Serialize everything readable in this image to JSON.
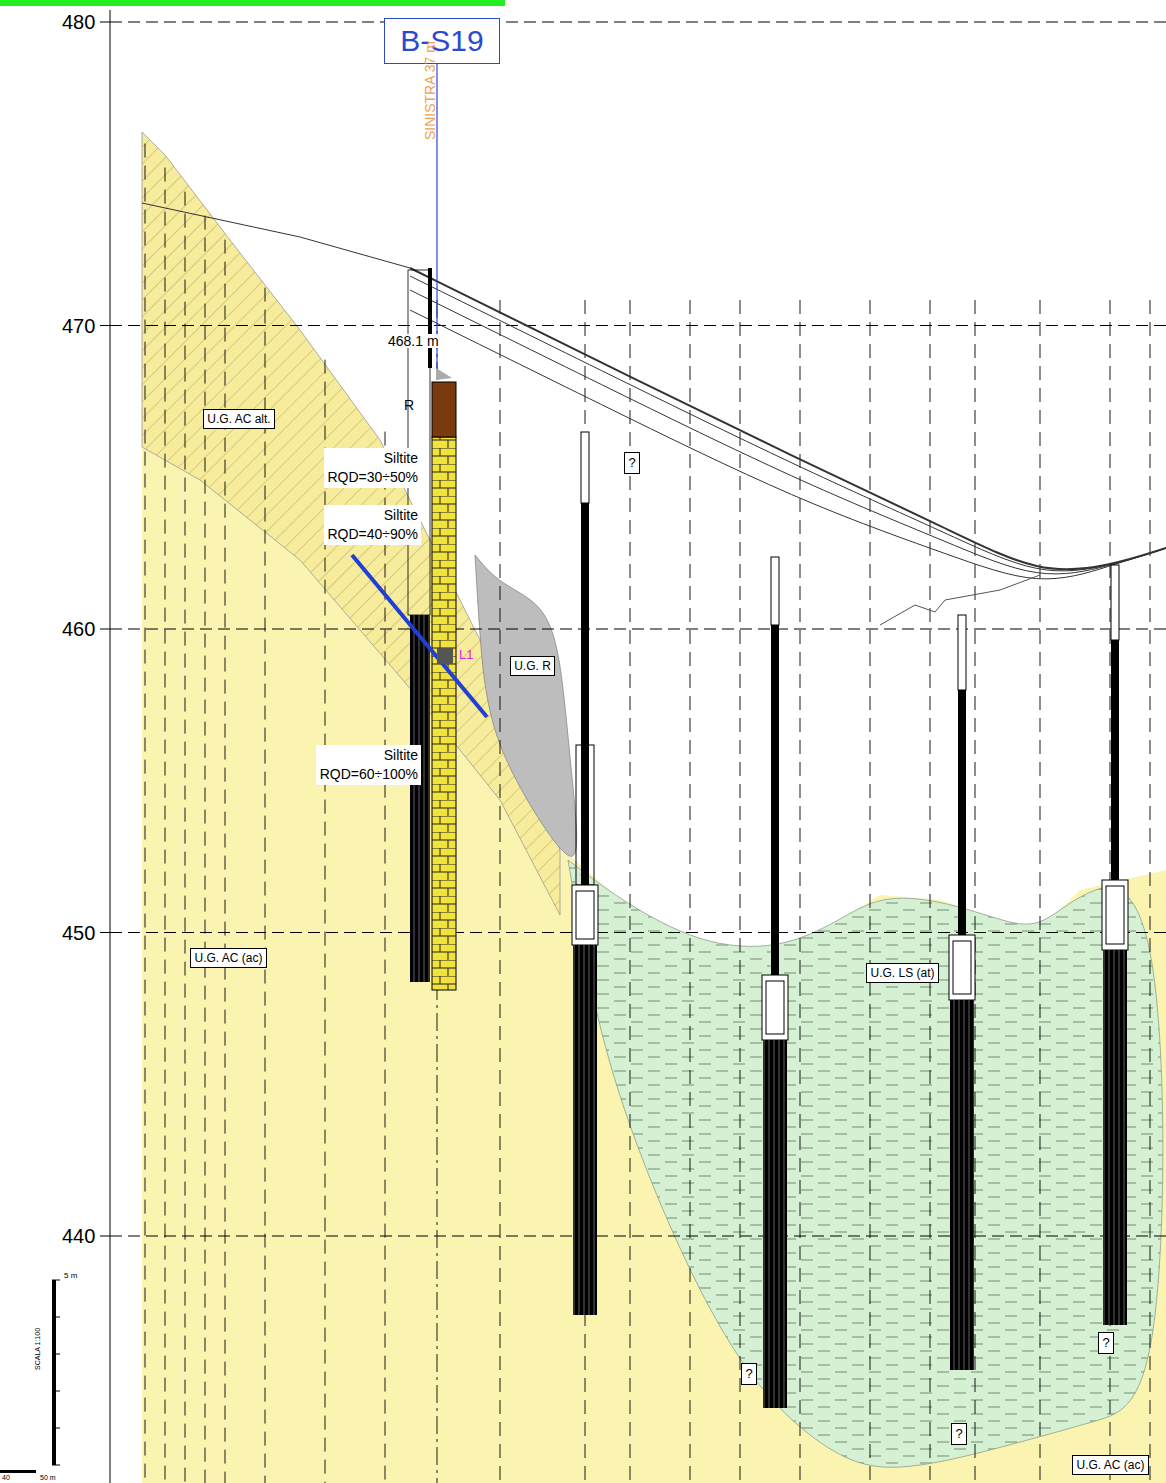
{
  "diagram": {
    "nodes": [
      {
        "text": [
          "B-S19"
        ]
      },
      {
        "text": [
          "U.G. AC alt."
        ]
      },
      {
        "text": [
          "Siltite",
          "RQD=30÷50%"
        ]
      },
      {
        "text": [
          "Siltite",
          "RQD=40÷90%"
        ]
      },
      {
        "text": [
          "U.G. R"
        ]
      },
      {
        "text": [
          "Siltite",
          "RQD=60÷100%"
        ]
      },
      {
        "text": [
          "U.G. AC (ac)"
        ]
      },
      {
        "text": [
          "U.G. LS (at)"
        ]
      },
      {
        "text": [
          "?"
        ]
      },
      {
        "text": [
          "?"
        ]
      },
      {
        "text": [
          "?"
        ]
      },
      {
        "text": [
          "?"
        ]
      },
      {
        "text": [
          "U.G. AC (ac)"
        ]
      }
    ],
    "labels": [
      "480",
      "470",
      "460",
      "450",
      "440",
      "SINISTRA 37 m",
      "468.1 m",
      "R",
      "L1",
      "SCALA 1:100",
      "5 m",
      "40",
      "50 m"
    ]
  }
}
